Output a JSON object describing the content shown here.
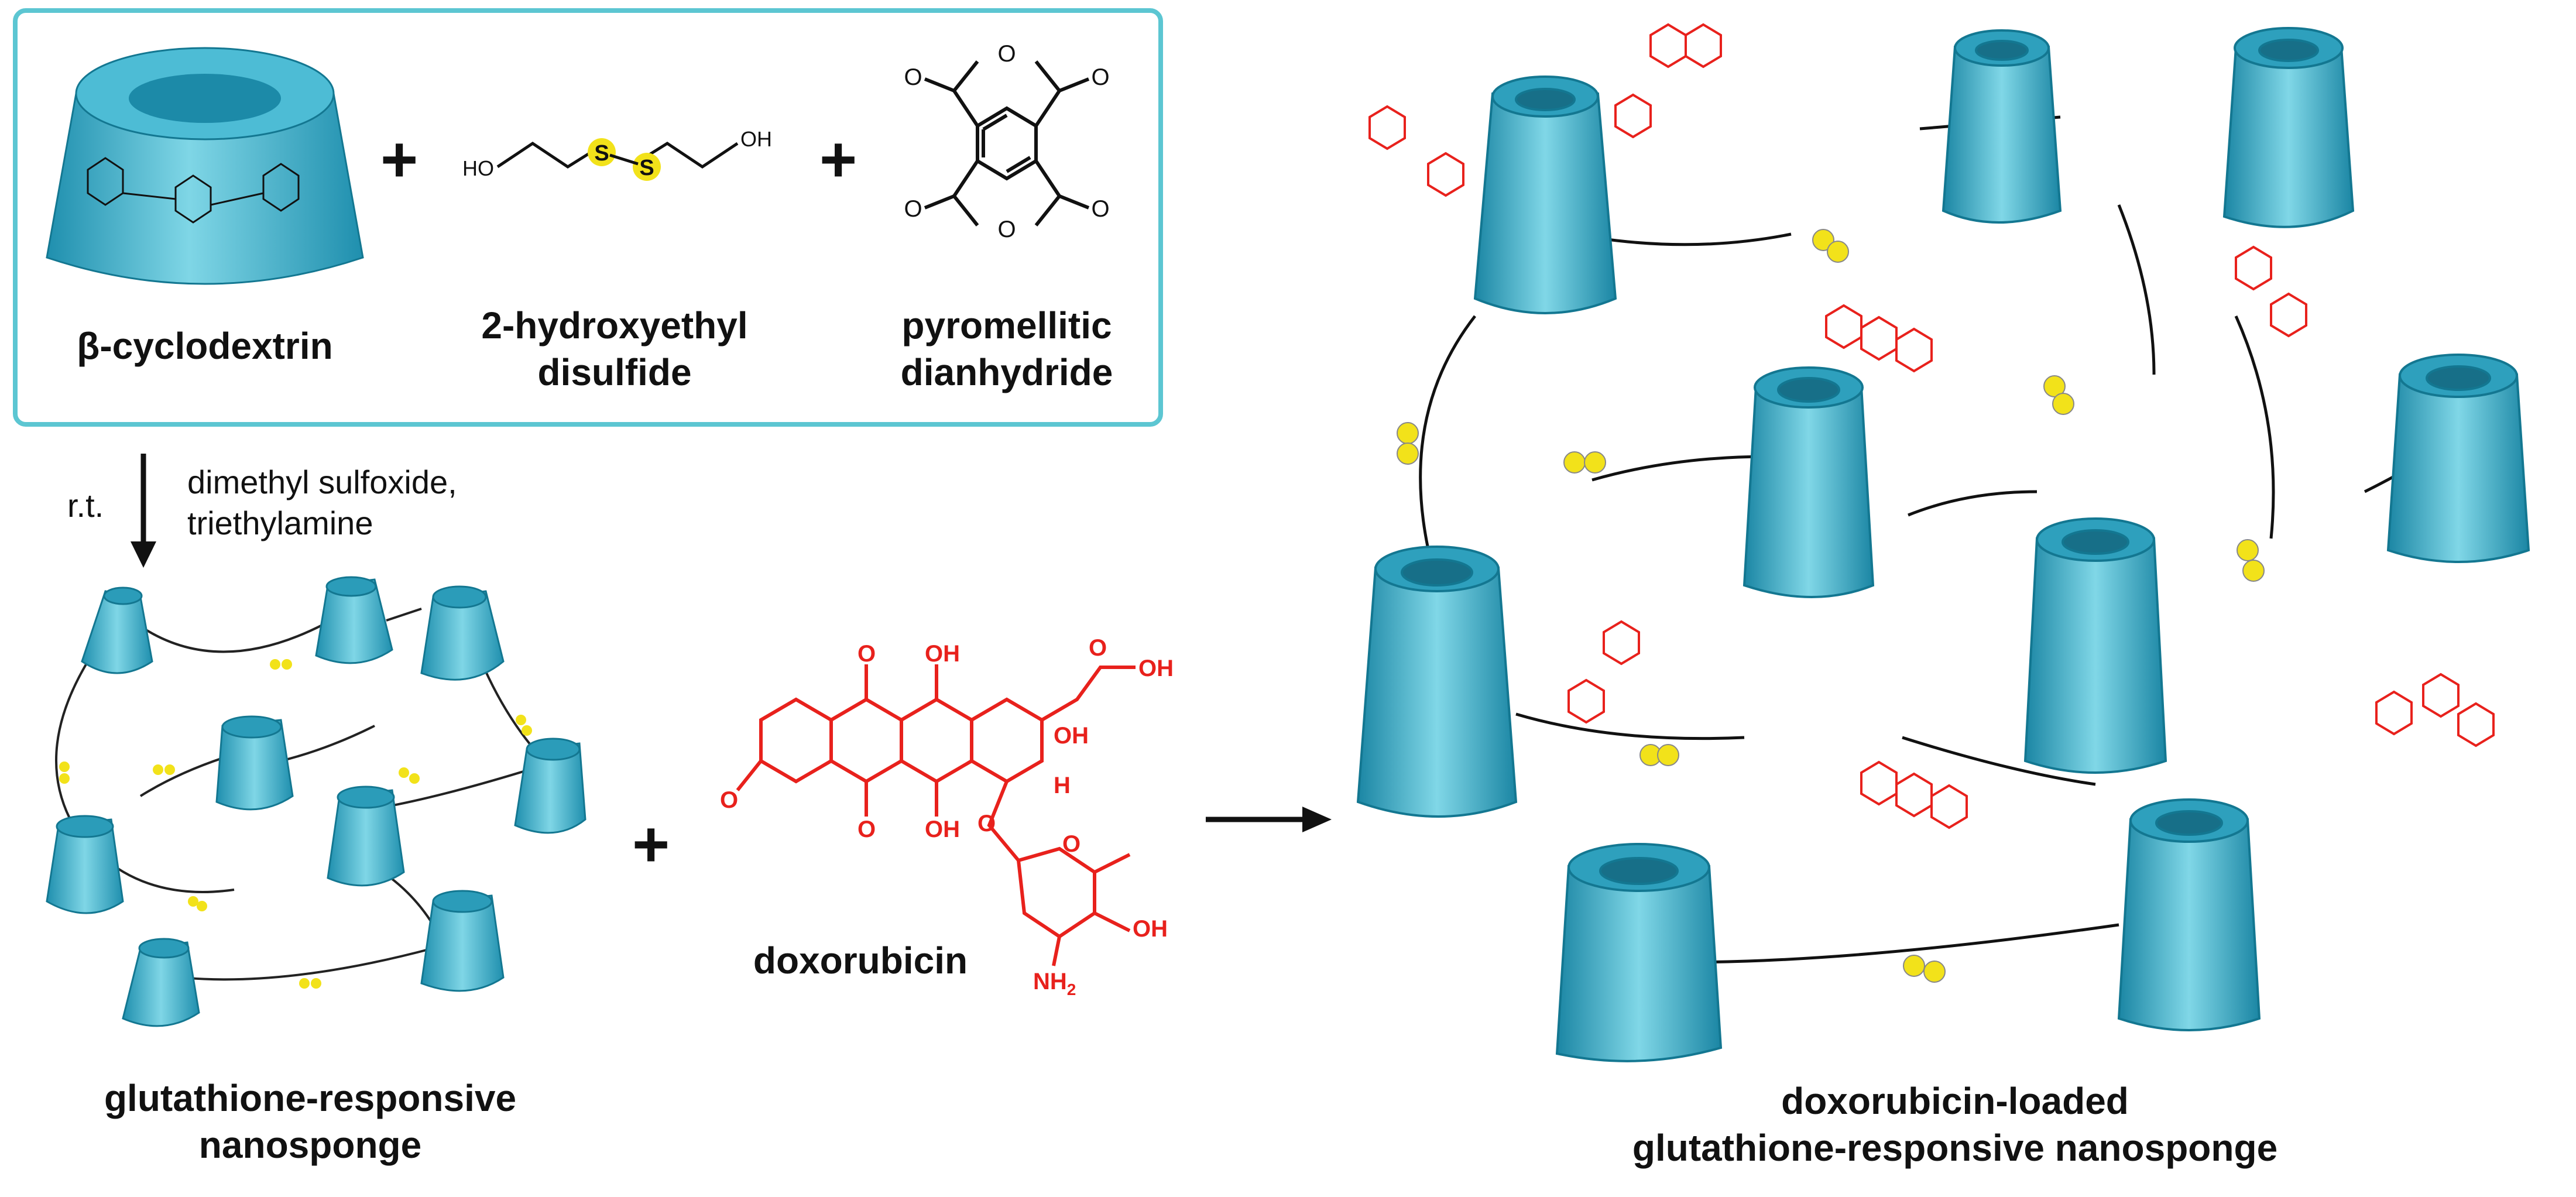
{
  "reactants_box": {
    "border_color": "#5cc6d2",
    "reagent_1": "β-cyclodextrin",
    "reagent_2_line1": "2-hydroxyethyl",
    "reagent_2_line2": "disulfide",
    "reagent_3_line1": "pyromellitic",
    "reagent_3_line2": "dianhydride",
    "plus": "+"
  },
  "disulfide_molecule": {
    "left_group": "HO",
    "right_group": "OH",
    "sulfur": "S"
  },
  "dianhydride_molecule": {
    "oxygen": "O"
  },
  "reaction_step": {
    "temperature": "r.t.",
    "conditions_line1": "dimethyl sulfoxide,",
    "conditions_line2": "triethylamine"
  },
  "product_1": {
    "line1": "glutathione-responsive",
    "line2": "nanosponge"
  },
  "doxorubicin": {
    "name": "doxorubicin",
    "color": "#e8211c",
    "atoms": {
      "O": "O",
      "OH": "OH",
      "H": "H",
      "NH2": "NH",
      "sub2": "2"
    }
  },
  "plus_2": "+",
  "product_2": {
    "line1": "doxorubicin-loaded",
    "line2": "glutathione-responsive nanosponge"
  },
  "colors": {
    "cyclodextrin": "#3aaecb",
    "sulfur": "#f2e21a",
    "drug": "#e8211c",
    "linker": "#111111"
  }
}
